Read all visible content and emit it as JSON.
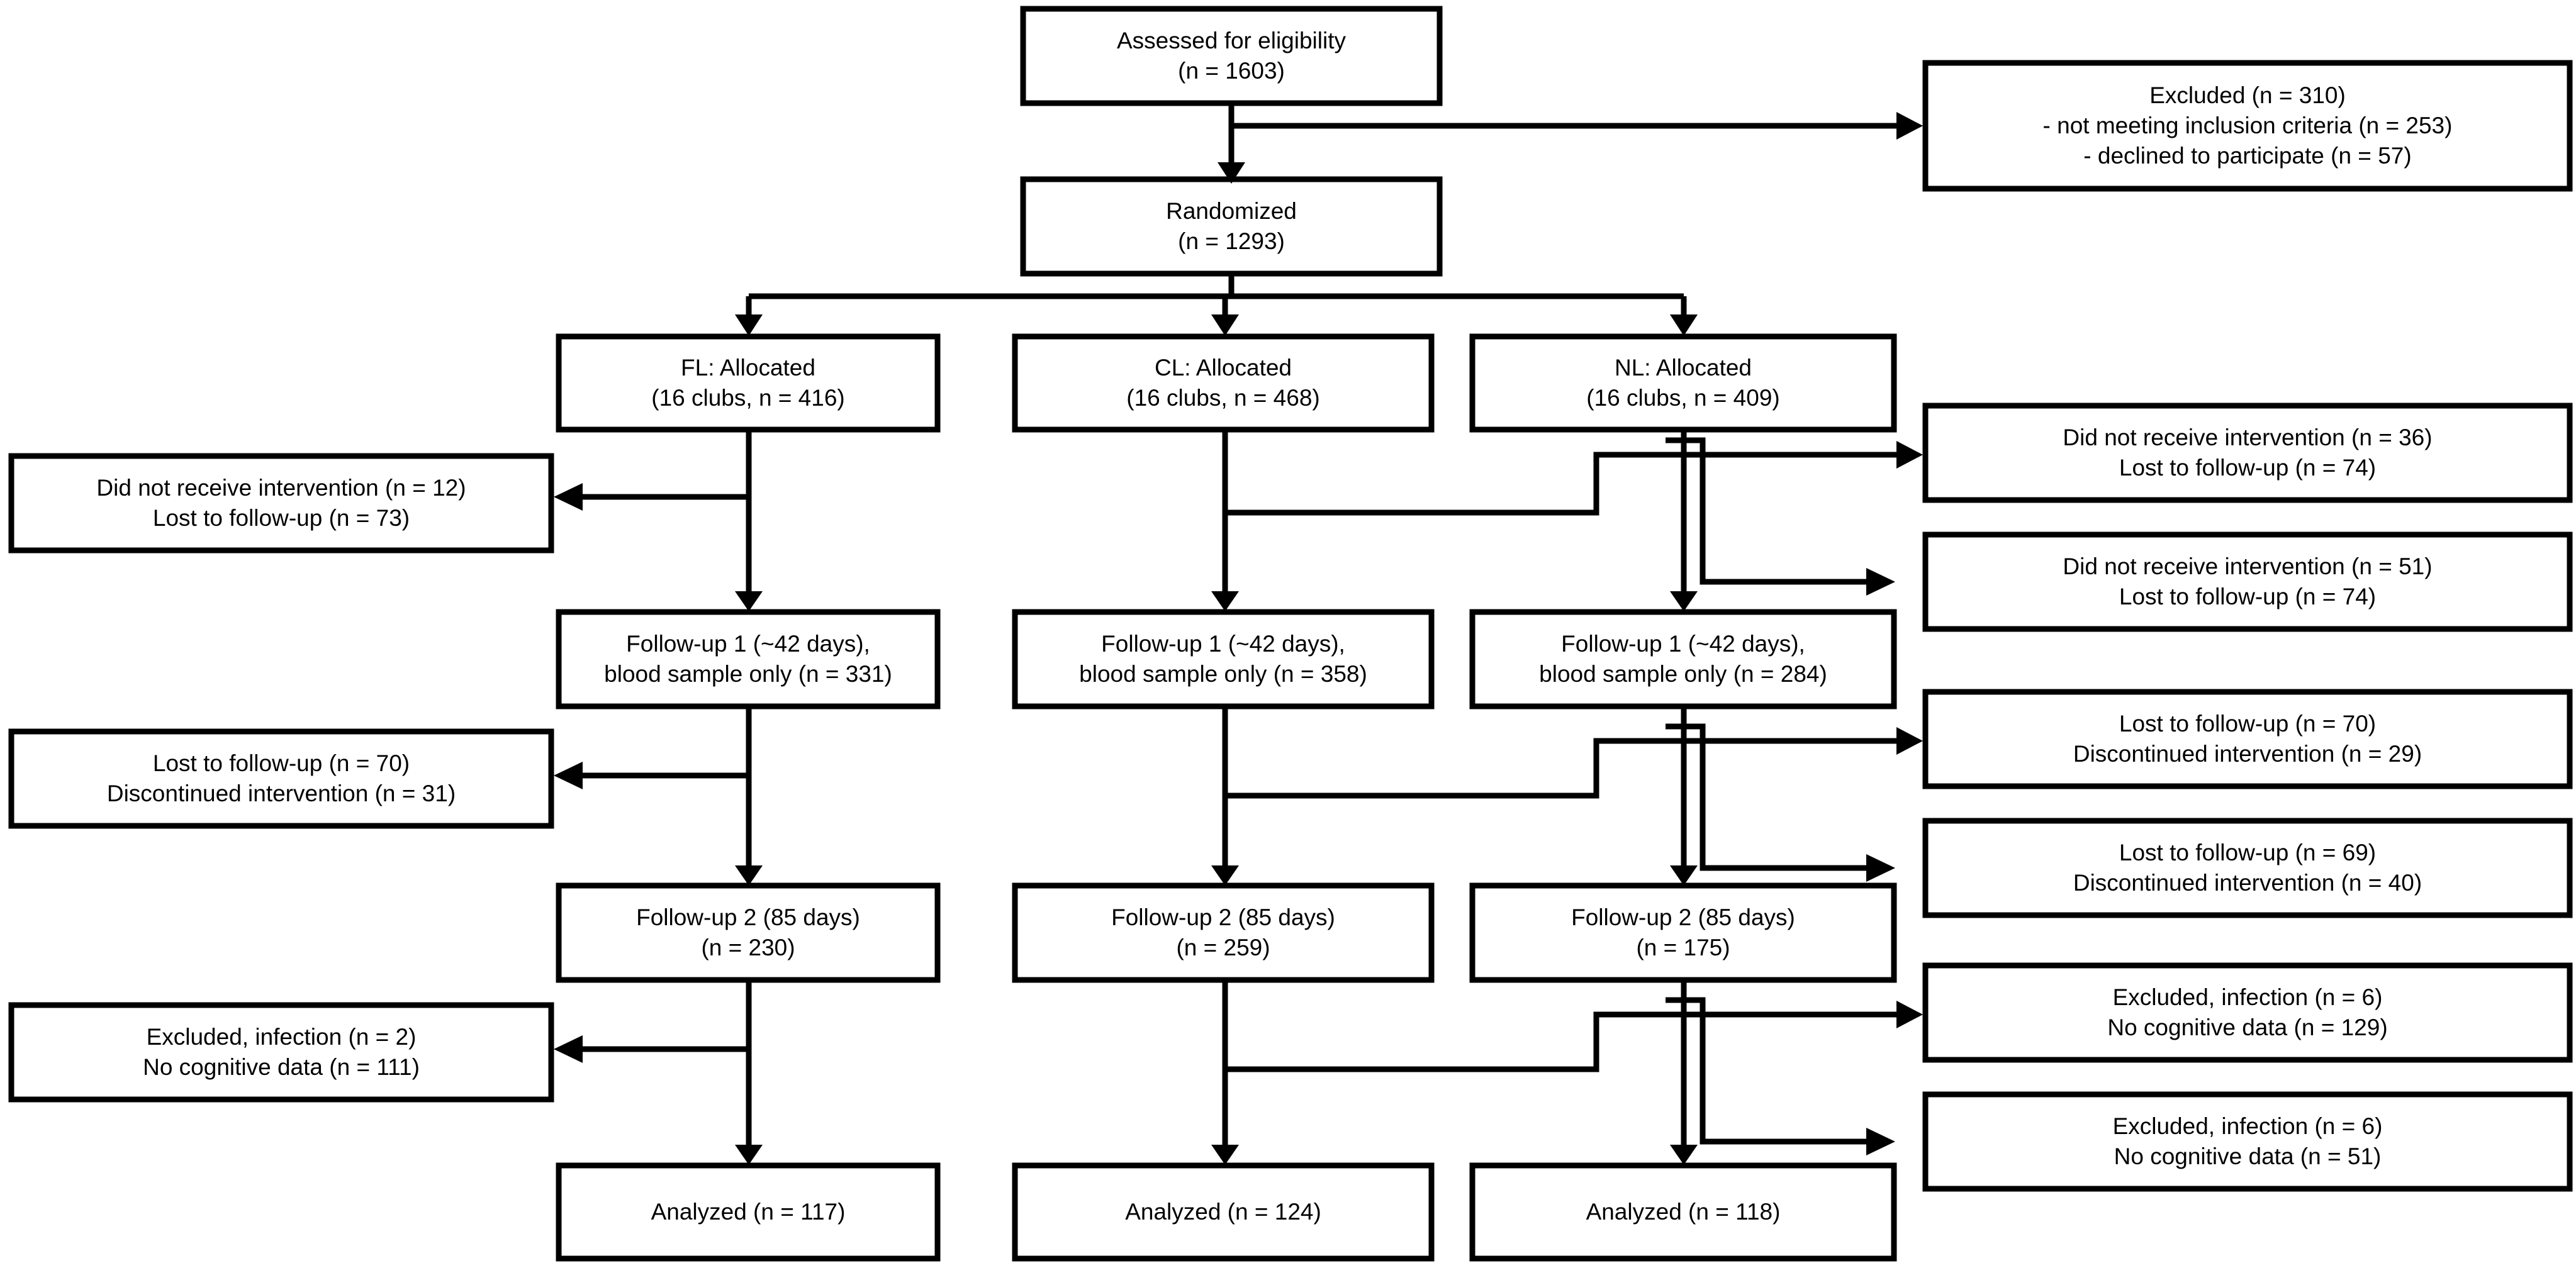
{
  "diagram": {
    "title": "CONSORT participant flow diagram",
    "type": "flowchart",
    "stroke_color": "#000000",
    "fill_color": "#ffffff"
  },
  "nodes": {
    "assessed": {
      "line1": "Assessed for eligibility",
      "line2": "(n = 1603)"
    },
    "excluded": {
      "line1": "Excluded (n = 310)",
      "line2": "- not meeting inclusion criteria (n = 253)",
      "line3": "- declined to participate (n = 57)"
    },
    "randomized": {
      "line1": "Randomized",
      "line2": "(n = 1293)"
    },
    "alloc_fl": {
      "line1": "FL: Allocated",
      "line2": "(16 clubs, n = 416)"
    },
    "alloc_cl": {
      "line1": "CL: Allocated",
      "line2": "(16 clubs, n = 468)"
    },
    "alloc_nl": {
      "line1": "NL: Allocated",
      "line2": "(16 clubs, n = 409)"
    },
    "drop1_fl": {
      "line1": "Did not receive intervention (n = 12)",
      "line2": "Lost to follow-up (n = 73)"
    },
    "drop1_cl": {
      "line1": "Did not receive intervention (n = 36)",
      "line2": "Lost to follow-up (n = 74)"
    },
    "drop1_nl": {
      "line1": "Did not receive intervention (n = 51)",
      "line2": "Lost to follow-up (n = 74)"
    },
    "fu1_fl": {
      "line1": "Follow-up 1 (~42 days),",
      "line2": "blood sample only (n = 331)"
    },
    "fu1_cl": {
      "line1": "Follow-up 1 (~42 days),",
      "line2": "blood sample only (n = 358)"
    },
    "fu1_nl": {
      "line1": "Follow-up 1 (~42 days),",
      "line2": "blood sample only (n = 284)"
    },
    "drop2_fl": {
      "line1": "Lost to follow-up (n = 70)",
      "line2": "Discontinued intervention (n = 31)"
    },
    "drop2_cl": {
      "line1": "Lost to follow-up (n = 70)",
      "line2": "Discontinued intervention (n = 29)"
    },
    "drop2_nl": {
      "line1": "Lost to follow-up (n = 69)",
      "line2": "Discontinued intervention (n = 40)"
    },
    "fu2_fl": {
      "line1": "Follow-up 2 (85 days)",
      "line2": "(n = 230)"
    },
    "fu2_cl": {
      "line1": "Follow-up 2 (85 days)",
      "line2": "(n = 259)"
    },
    "fu2_nl": {
      "line1": "Follow-up 2 (85 days)",
      "line2": "(n = 175)"
    },
    "drop3_fl": {
      "line1": "Excluded, infection (n = 2)",
      "line2": "No cognitive data (n = 111)"
    },
    "drop3_cl": {
      "line1": "Excluded, infection (n = 6)",
      "line2": "No cognitive data (n = 129)"
    },
    "drop3_nl": {
      "line1": "Excluded, infection (n = 6)",
      "line2": "No cognitive data (n = 51)"
    },
    "analyzed_fl": {
      "line1": "Analyzed (n = 117)"
    },
    "analyzed_cl": {
      "line1": "Analyzed (n = 124)"
    },
    "analyzed_nl": {
      "line1": "Analyzed (n = 118)"
    }
  },
  "chart_data": {
    "type": "diagram",
    "title": "CONSORT participant flow diagram",
    "stages": [
      {
        "stage": "Assessed for eligibility",
        "n": 1603
      },
      {
        "stage": "Excluded",
        "n": 310,
        "reasons": [
          {
            "reason": "not meeting inclusion criteria",
            "n": 253
          },
          {
            "reason": "declined to participate",
            "n": 57
          }
        ]
      },
      {
        "stage": "Randomized",
        "n": 1293
      }
    ],
    "arms": [
      {
        "arm": "FL",
        "allocated_clubs": 16,
        "allocated_n": 416,
        "did_not_receive_intervention": 12,
        "lost_to_follow_up_1": 73,
        "follow_up_1_n": 331,
        "lost_to_follow_up_2": 70,
        "discontinued_intervention": 31,
        "follow_up_2_n": 230,
        "excluded_infection": 2,
        "no_cognitive_data": 111,
        "analyzed_n": 117
      },
      {
        "arm": "CL",
        "allocated_clubs": 16,
        "allocated_n": 468,
        "did_not_receive_intervention": 36,
        "lost_to_follow_up_1": 74,
        "follow_up_1_n": 358,
        "lost_to_follow_up_2": 70,
        "discontinued_intervention": 29,
        "follow_up_2_n": 259,
        "excluded_infection": 6,
        "no_cognitive_data": 129,
        "analyzed_n": 124
      },
      {
        "arm": "NL",
        "allocated_clubs": 16,
        "allocated_n": 409,
        "did_not_receive_intervention": 51,
        "lost_to_follow_up_1": 74,
        "follow_up_1_n": 284,
        "lost_to_follow_up_2": 69,
        "discontinued_intervention": 40,
        "follow_up_2_n": 175,
        "excluded_infection": 6,
        "no_cognitive_data": 51,
        "analyzed_n": 118
      }
    ]
  }
}
